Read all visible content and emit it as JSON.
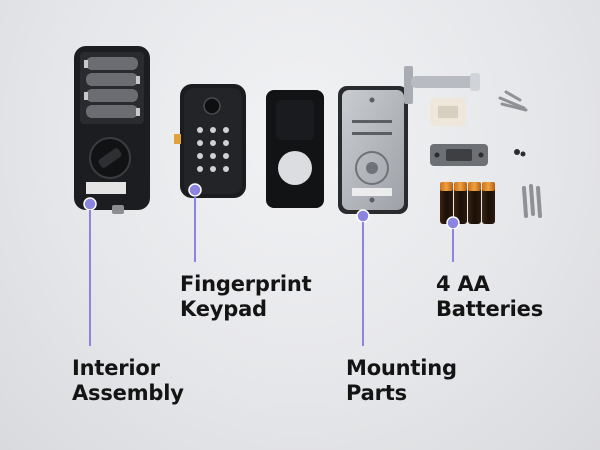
{
  "labels": {
    "interior": {
      "line1": "Interior",
      "line2": "Assembly"
    },
    "keypad": {
      "line1": "Fingerprint",
      "line2": "Keypad"
    },
    "mounting": {
      "line1": "Mounting",
      "line2": "Parts"
    },
    "batteries": {
      "line1": "4 AA",
      "line2": "Batteries"
    }
  },
  "colors": {
    "background": "#e6e7ea",
    "callout": "#8b84e0",
    "label_text": "#141414",
    "device_body": "#1e1f22",
    "plate": "#b9bcc1"
  },
  "icons": {
    "interior": "lock-interior-assembly-icon",
    "keypad": "fingerprint-keypad-icon",
    "gasket": "rubber-gasket-icon",
    "plate": "mounting-plate-icon",
    "latch": "door-latch-icon",
    "strike": "strike-plate-icon",
    "batteries": "aa-batteries-icon",
    "screws": "screws-icon"
  }
}
